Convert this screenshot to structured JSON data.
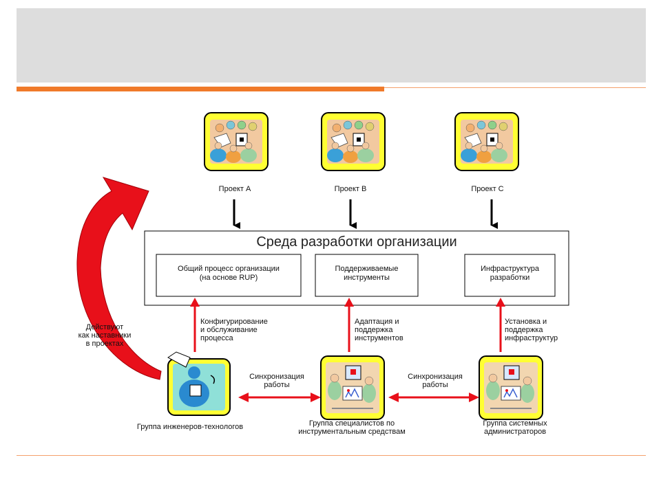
{
  "projects": [
    {
      "label": "Проект А"
    },
    {
      "label": "Проект В"
    },
    {
      "label": "Проект С"
    }
  ],
  "environment": {
    "title": "Среда разработки организации",
    "boxes": [
      {
        "line1": "Общий процесс организации",
        "line2": "(на основе RUP)"
      },
      {
        "line1": "Поддерживаемые",
        "line2": "инструменты"
      },
      {
        "line1": "Инфраструктура",
        "line2": "разработки"
      }
    ]
  },
  "flows": [
    {
      "lines": [
        "Конфигурирование",
        "и обслуживание",
        "процесса"
      ]
    },
    {
      "lines": [
        "Адаптация и",
        "поддержка",
        "инструментов"
      ]
    },
    {
      "lines": [
        "Установка и",
        "поддержка",
        "инфраструктур"
      ]
    }
  ],
  "sync": [
    {
      "lines": [
        "Синхронизация",
        "работы"
      ]
    },
    {
      "lines": [
        "Синхронизация",
        "работы"
      ]
    }
  ],
  "mentor": {
    "lines": [
      "Действуют",
      "как наставники",
      "в проектах"
    ]
  },
  "groups": [
    {
      "lines": [
        "Группа инженеров-технологов"
      ]
    },
    {
      "lines": [
        "Группа специалистов по",
        "инструментальным средствам"
      ]
    },
    {
      "lines": [
        "Группа системных",
        "администраторов"
      ]
    }
  ],
  "colors": {
    "accent": "#f07a2a",
    "arrow_red": "#e8101a",
    "frame_yellow": "#ffff33",
    "header_gray": "#dddddd"
  }
}
